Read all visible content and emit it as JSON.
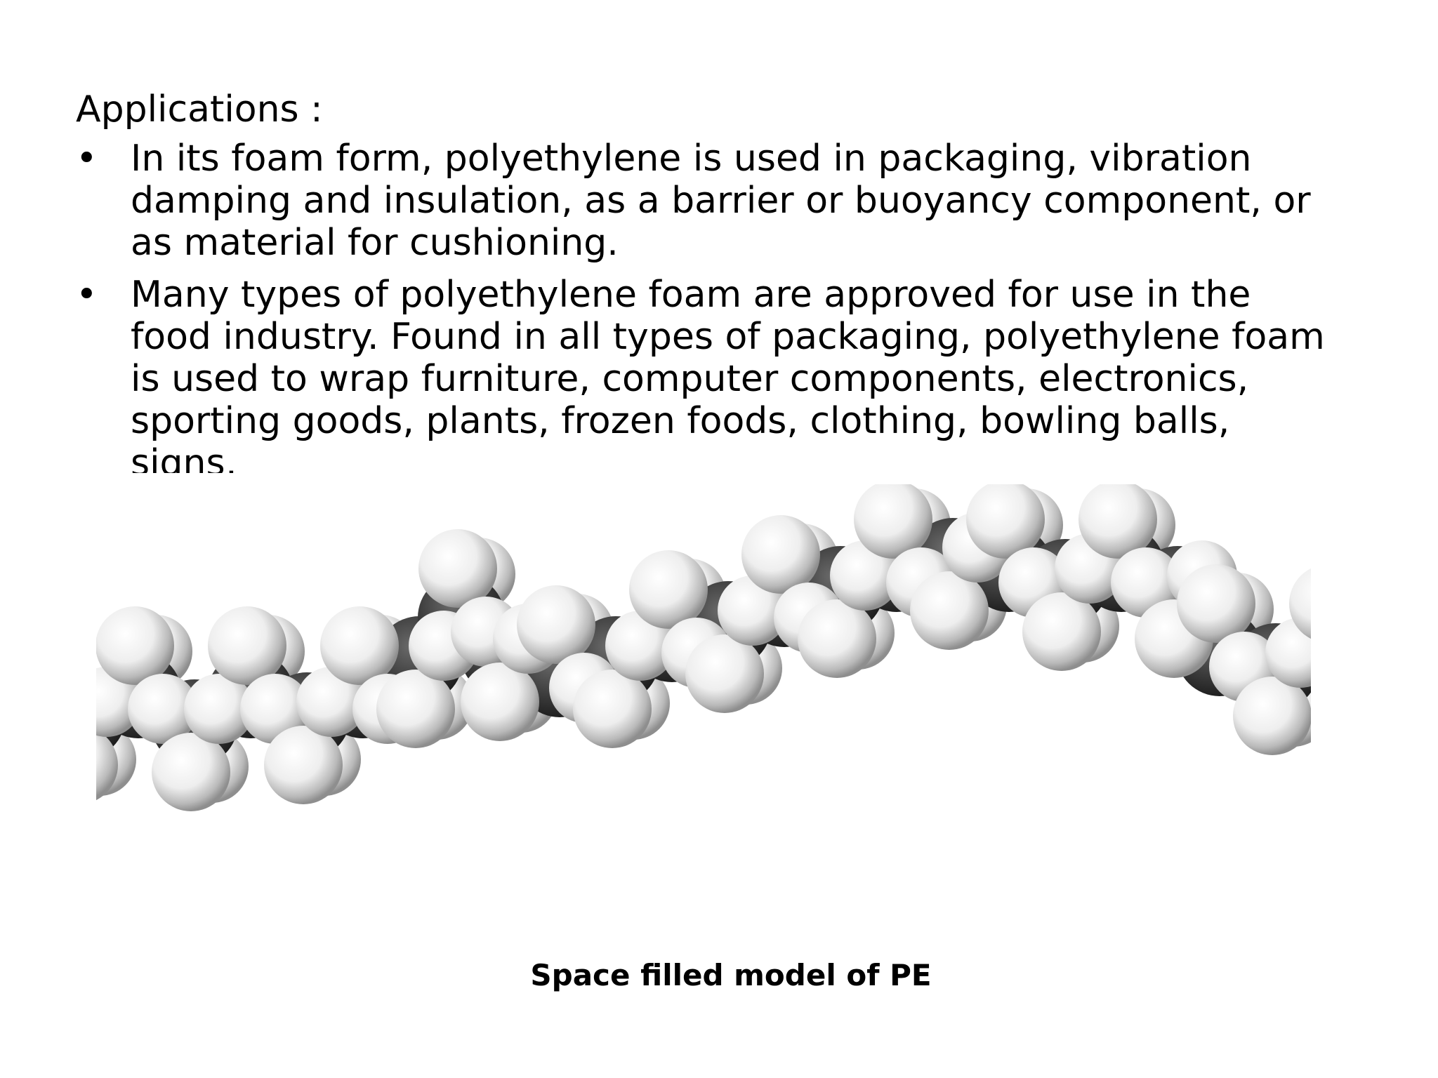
{
  "slide": {
    "heading": "Applications :",
    "bullets": [
      {
        "marker": "•",
        "text": "In its foam form, polyethylene is used in packaging, vibration damping and insulation, as a barrier or buoyancy component, or as material for cushioning."
      },
      {
        "marker": "•",
        "text": " Many types of polyethylene foam are approved for use in the food industry. Found in all types of packaging, polyethylene foam is used to wrap furniture, computer components, electronics, sporting goods, plants, frozen foods, clothing, bowling balls, signs,"
      }
    ],
    "figure": {
      "image": "space-filled-molecule-model",
      "caption": "Space filled model of PE",
      "colors": {
        "carbon": "#3a3a3a",
        "hydrogen": "#f2f2f2"
      }
    }
  }
}
